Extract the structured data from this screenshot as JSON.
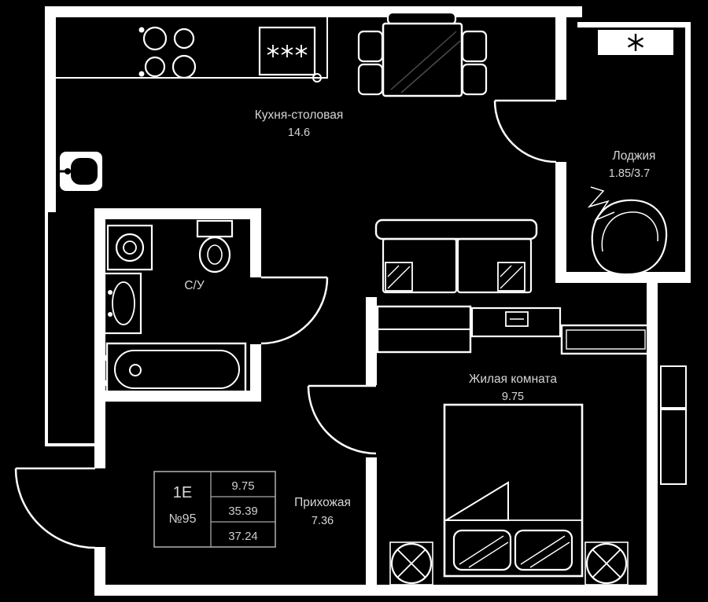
{
  "colors": {
    "background": "#000000",
    "walls": "#ffffff",
    "text": "#d6d6d6"
  },
  "rooms": {
    "kitchen": {
      "name": "Кухня-столовая",
      "area": "14.6"
    },
    "loggia": {
      "name": "Лоджия",
      "area": "1.85/3.7"
    },
    "bathroom": {
      "name": "С/У"
    },
    "living": {
      "name": "Жилая комната",
      "area": "9.75"
    },
    "hallway": {
      "name": "Прихожая",
      "area": "7.36"
    }
  },
  "info_box": {
    "type_label": "1E",
    "number": "№95",
    "values": [
      "9.75",
      "35.39",
      "37.24"
    ]
  }
}
